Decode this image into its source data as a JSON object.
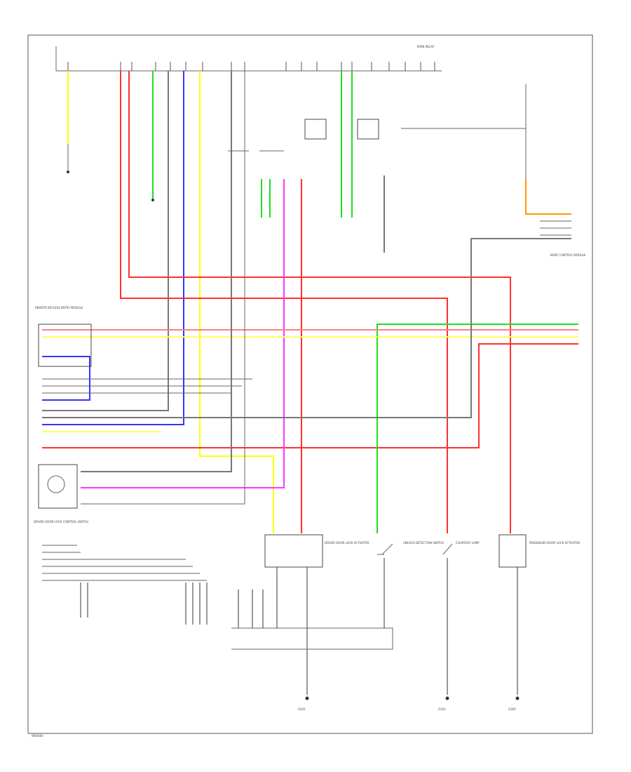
{
  "title": "",
  "footer_code": "W00000",
  "labels": {
    "top_right_header": "MAIN RELAY",
    "left_module": "REMOTE KEYLESS ENTRY MODULE",
    "left_switch": "DRIVER DOOR LOCK CONTROL SWITCH",
    "bottom_ground_1": "G201",
    "bottom_ground_2": "G301",
    "bottom_ground_3": "G302",
    "actuator_1": "DRIVER DOOR LOCK ACTUATOR",
    "actuator_2": "PASSENGER DOOR LOCK ACTUATOR",
    "switch_unlock": "UNLOCK DETECTION SWITCH",
    "door_lamp": "COURTESY LAMP",
    "right_module": "BODY CONTROL MODULE"
  },
  "colors": {
    "yellow": "#ffff00",
    "red": "#ff3030",
    "green": "#22dd22",
    "blue": "#3333ff",
    "magenta": "#ff33ff",
    "gray": "#777777",
    "orange": "#ff9900",
    "light_yellow": "#ffff66",
    "pink": "#ff8080"
  }
}
